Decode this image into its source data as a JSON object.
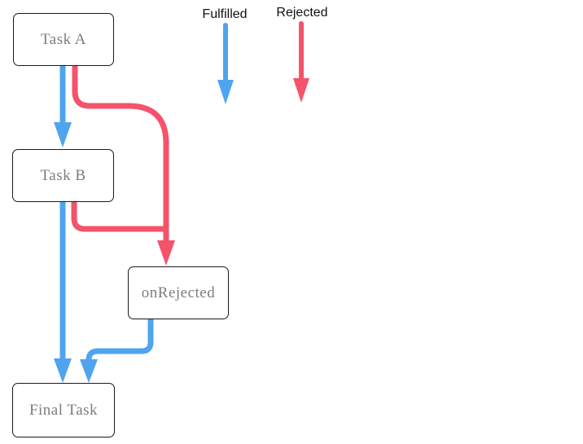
{
  "nodes": {
    "task_a": {
      "label": "Task A"
    },
    "task_b": {
      "label": "Task B"
    },
    "on_rejected": {
      "label": "onRejected"
    },
    "final_task": {
      "label": "Final Task"
    }
  },
  "legend": {
    "items": [
      {
        "label": "Fulfilled",
        "status": "fulfilled"
      },
      {
        "label": "Rejected",
        "status": "rejected"
      }
    ]
  },
  "edges": [
    {
      "from": "Task A",
      "to": "Task B",
      "status": "fulfilled"
    },
    {
      "from": "Task A",
      "to": "onRejected",
      "status": "rejected"
    },
    {
      "from": "Task B",
      "to": "Final Task",
      "status": "fulfilled"
    },
    {
      "from": "Task B",
      "to": "onRejected",
      "status": "rejected"
    },
    {
      "from": "onRejected",
      "to": "Final Task",
      "status": "fulfilled"
    }
  ],
  "colors": {
    "fulfilled": "#4FA4F0",
    "rejected": "#F4536B",
    "node_border": "#1A1A1A",
    "node_text": "#7D7D7D",
    "node_fill": "#FFFFFF",
    "legend_text": "#111111",
    "background": "#FFFFFF"
  }
}
